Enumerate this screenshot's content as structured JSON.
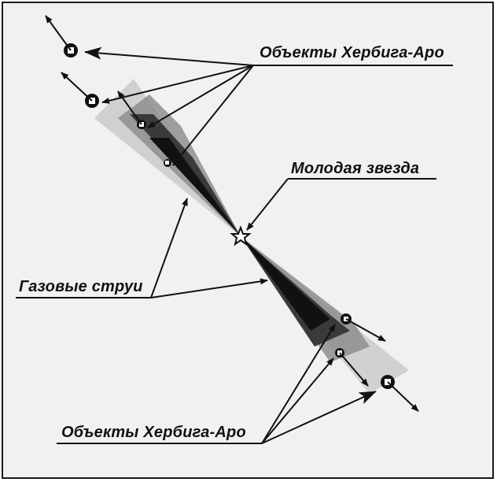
{
  "labels": {
    "hh_top": "Объекты Хербига-Аро",
    "young_star": "Молодая звезда",
    "gas_jets": "Газовые струи",
    "hh_bottom": "Объекты Хербига-Аро"
  },
  "colors": {
    "ink": "#111111",
    "background": "#f1f1ef",
    "jet_dark": "#1c1c1c",
    "jet_mid": "#5a5a5a",
    "jet_light": "#b5b5b5"
  }
}
